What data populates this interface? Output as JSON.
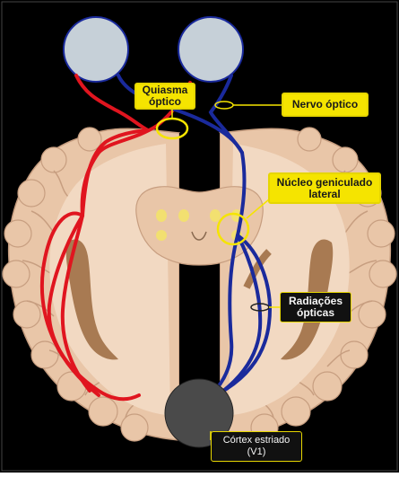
{
  "labels": {
    "quiasma": "Quiasma\nóptico",
    "nervo": "Nervo óptico",
    "nucleo": "Núcleo geniculado\nlateral",
    "radiacoes": "Radiações\nópticas",
    "cortex": "Córtex estriado\n(V1)"
  },
  "colors": {
    "background": "#000000",
    "left_pathway": "#e0151f",
    "right_pathway": "#1a2a9c",
    "brain": "#e9c6a8",
    "label_yellow": "#f5e400"
  }
}
